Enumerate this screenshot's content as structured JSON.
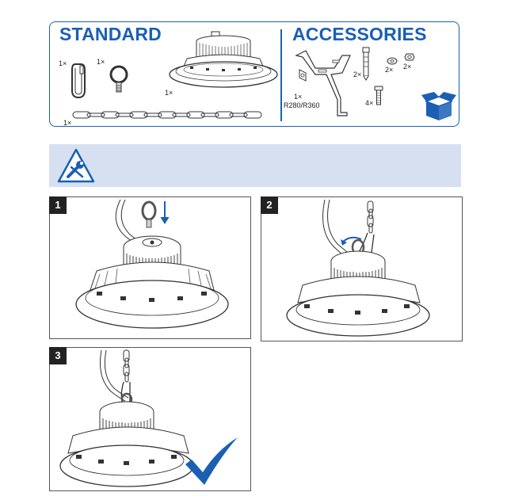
{
  "standard": {
    "title": "STANDARD",
    "items": [
      {
        "qty": "1×",
        "icon": "carabiner-icon"
      },
      {
        "qty": "1×",
        "icon": "eye-bolt-icon"
      },
      {
        "qty": "1×",
        "icon": "high-bay-lamp-icon"
      },
      {
        "qty": "1×",
        "icon": "chain-icon"
      }
    ]
  },
  "accessories": {
    "title": "ACCESSORIES",
    "items": [
      {
        "qty": "1×",
        "icon": "mounting-bracket-icon"
      },
      {
        "qty": "R280/R360",
        "icon": "bracket-size-label"
      },
      {
        "qty": "2×",
        "icon": "wall-anchor-icon"
      },
      {
        "qty": "2×",
        "icon": "washer-icon"
      },
      {
        "qty": "2×",
        "icon": "nut-icon"
      },
      {
        "qty": "4×",
        "icon": "screw-icon"
      }
    ],
    "box_icon": "open-box-icon"
  },
  "installation": {
    "banner_icon": "wrench-screwdriver-icon",
    "accent_color": "#1a5fb4",
    "banner_color": "#d6e0f0",
    "steps": [
      {
        "number": "1",
        "action_icon": "down-arrow-icon"
      },
      {
        "number": "2",
        "action_icon": "rotate-arrow-icon"
      },
      {
        "number": "3",
        "action_icon": "checkmark-icon"
      }
    ]
  }
}
